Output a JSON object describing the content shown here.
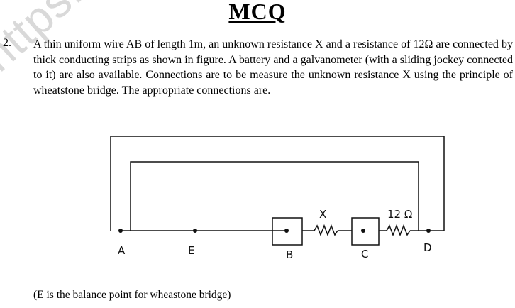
{
  "watermark": "https://www.s",
  "heading": "MCQ",
  "question": {
    "number": "2.",
    "text": "A thin uniform wire AB of length 1m, an unknown resistance X and a resistance of 12Ω  are connected by thick conducting strips as shown in figure. A battery and a galvanometer (with a sliding jockey connected to it) are also available. Connections are to be measure the unknown resistance X using the principle of wheatstone bridge. The appropriate connections are."
  },
  "figure": {
    "labels": {
      "a": "A",
      "e": "E",
      "b": "B",
      "c": "C",
      "d": "D",
      "x": "X",
      "r12": "12 Ω"
    }
  },
  "caption": "(E is the balance point for wheastone bridge)"
}
